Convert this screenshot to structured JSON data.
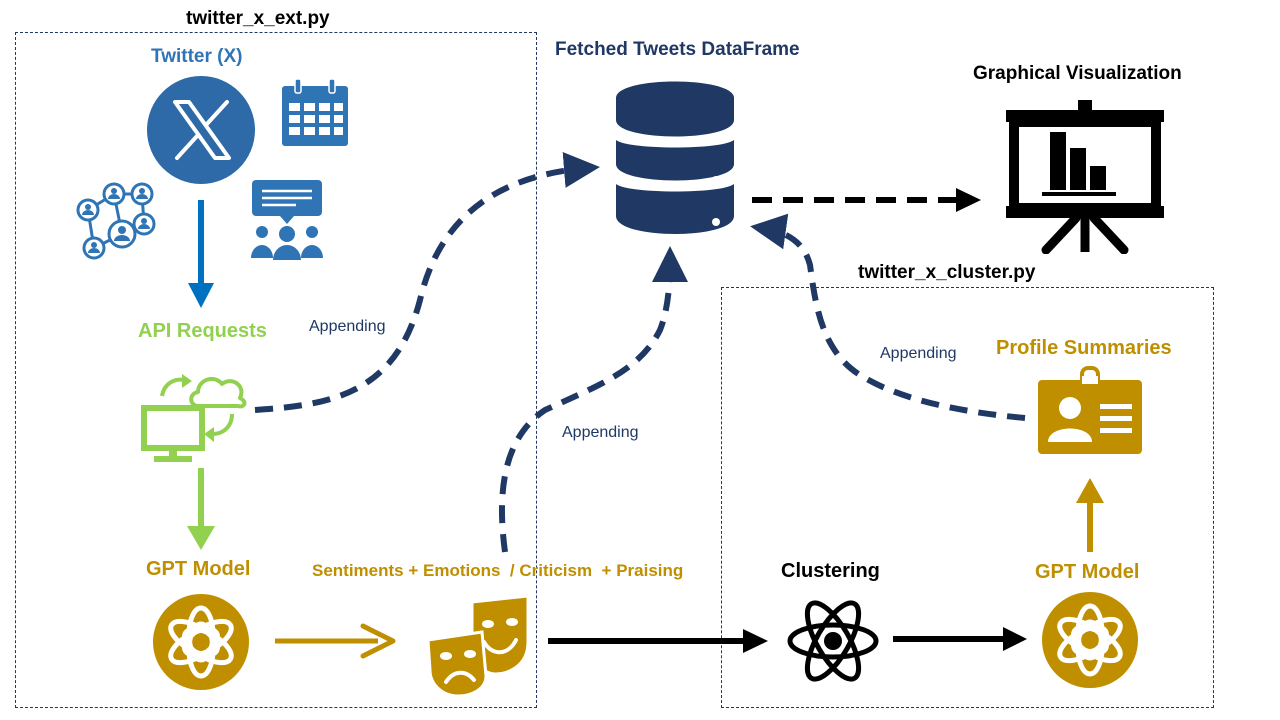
{
  "files": {
    "ext": "twitter_x_ext.py",
    "cluster": "twitter_x_cluster.py"
  },
  "nodes": {
    "twitter": "Twitter (X)",
    "api_requests": "API Requests",
    "gpt_model_left": "GPT Model",
    "sentiments": "Sentiments + Emotions  / Criticism  + Praising",
    "clustering": "Clustering",
    "gpt_model_right": "GPT Model",
    "profile_summaries": "Profile Summaries",
    "dataframe": "Fetched Tweets DataFrame",
    "visualization": "Graphical Visualization"
  },
  "edges": {
    "appending_api": "Appending",
    "appending_sentiments": "Appending",
    "appending_profiles": "Appending"
  },
  "icons": {
    "twitter": "x-logo-icon",
    "calendar": "calendar-icon",
    "network": "network-icon",
    "meeting": "meeting-icon",
    "api": "cloud-computer-sync-icon",
    "gpt": "openai-logo-icon",
    "masks": "theater-masks-icon",
    "atom": "atom-icon",
    "badge": "id-badge-icon",
    "database": "database-icon",
    "presentation": "presentation-chart-icon"
  },
  "colors": {
    "navy": "#1f3864",
    "blue": "#2f75b5",
    "arrow_blue": "#0070c0",
    "green": "#92d050",
    "gold": "#bf8f00",
    "black": "#000000"
  }
}
